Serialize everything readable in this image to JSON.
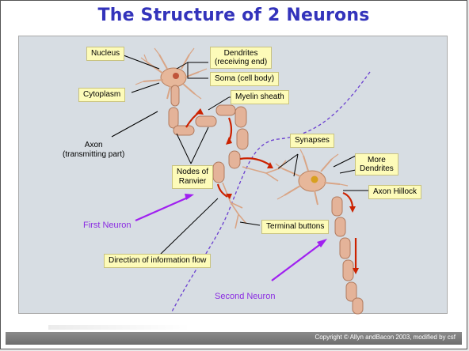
{
  "title": "The Structure of 2 Neurons",
  "labels": {
    "nucleus": "Nucleus",
    "dendrites": "Dendrites",
    "dendrites_sub": "(receiving end)",
    "soma": "Soma (cell body)",
    "cytoplasm": "Cytoplasm",
    "myelin": "Myelin sheath",
    "axon": "Axon",
    "axon_sub": "(transmitting part)",
    "nodes": "Nodes of",
    "nodes_sub": "Ranvier",
    "synapses": "Synapses",
    "more": "More",
    "more_sub": "Dendrites",
    "hillock": "Axon Hillock",
    "terminal": "Terminal buttons",
    "direction": "Direction of information flow",
    "first": "First Neuron",
    "second": "Second Neuron"
  },
  "footer": "Copyright © Allyn andBacon 2003, modified by csf",
  "colors": {
    "title": "#3333bb",
    "label_bg": "#fdfbb9",
    "neuron": "#e7b79a",
    "arrow_red": "#cc2200",
    "arrow_purple": "#a020f0",
    "divider": "#6a3fd0"
  }
}
